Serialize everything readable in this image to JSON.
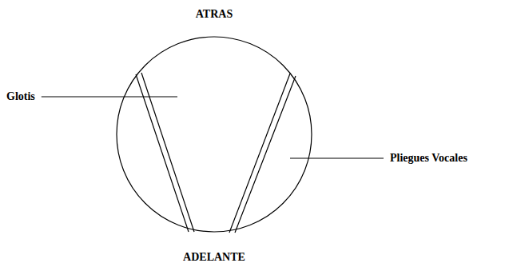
{
  "diagram": {
    "labels": [
      "ATRAS",
      "Glotis",
      "Pliegues Vocales",
      "ADELANTE"
    ]
  }
}
